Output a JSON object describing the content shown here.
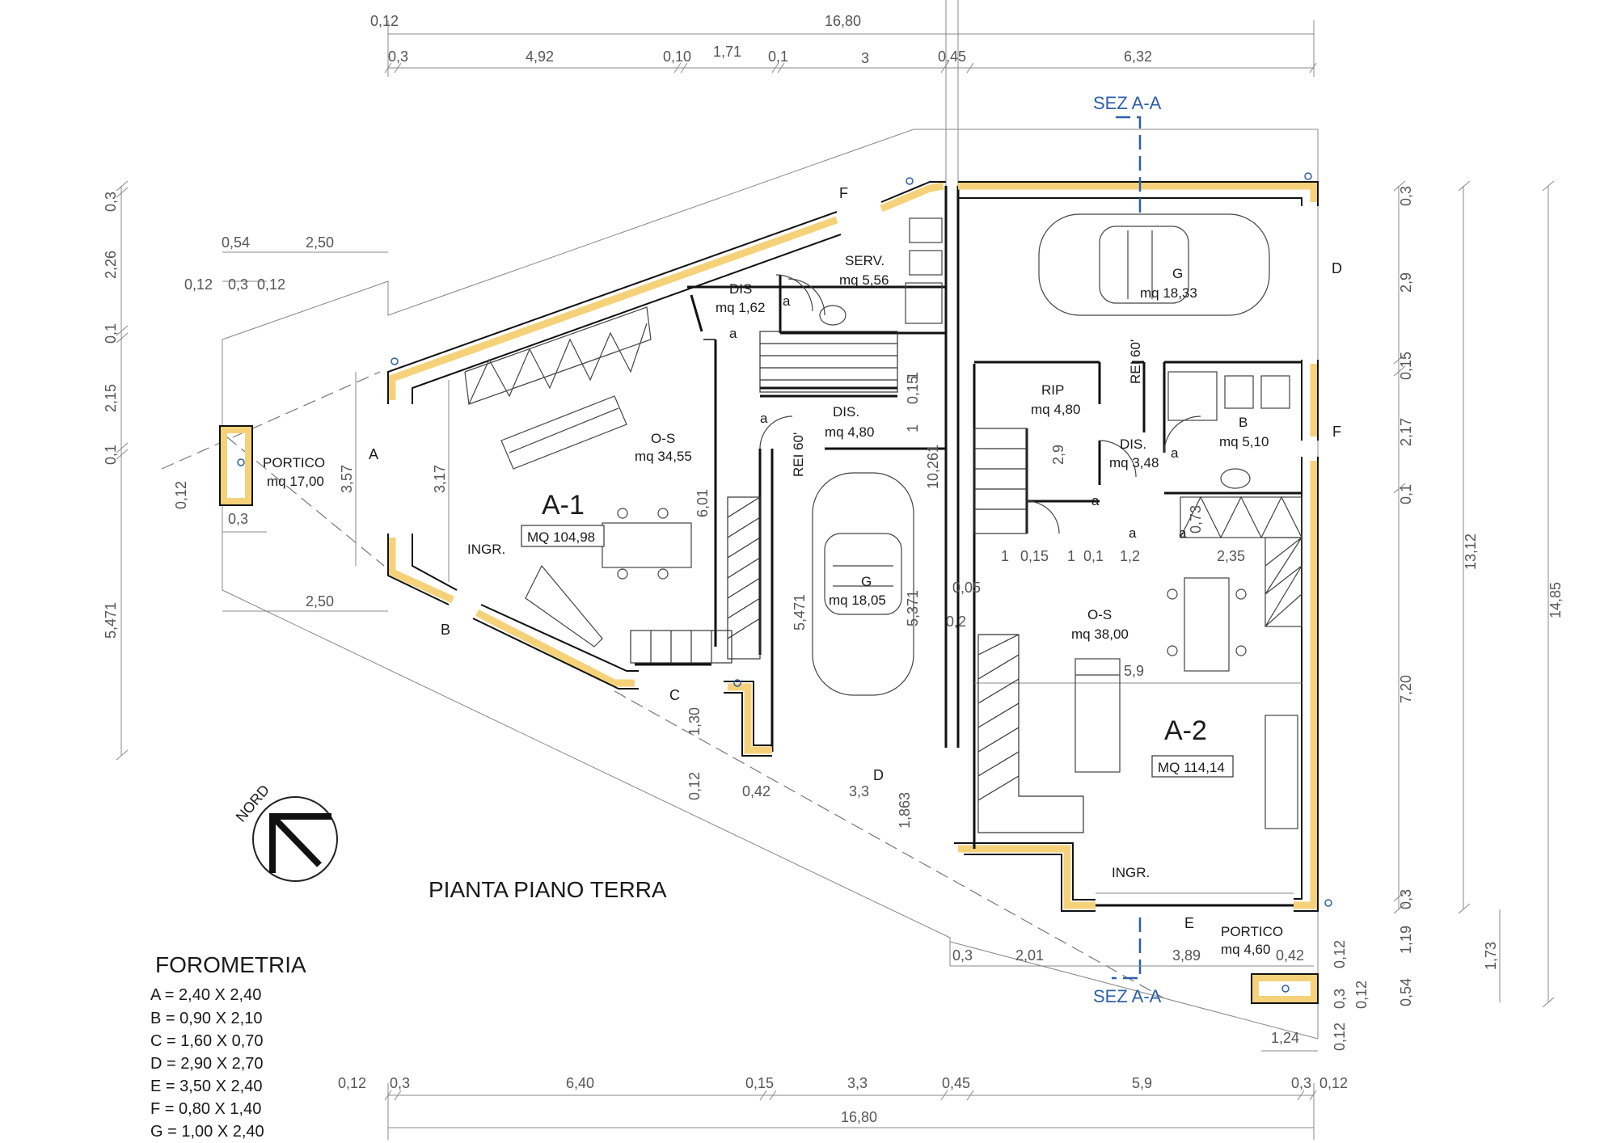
{
  "drawing": {
    "title": "PIANTA PIANO TERRA",
    "north_label": "NORD",
    "section_label_top": "SEZ A-A",
    "section_label_bottom": "SEZ A-A"
  },
  "units": {
    "a1": {
      "name": "A-1",
      "area": "MQ 104,98"
    },
    "a2": {
      "name": "A-2",
      "area": "MQ 114,14"
    }
  },
  "rooms": {
    "portico_left": {
      "name": "PORTICO",
      "area": "mq 17,00"
    },
    "os_left": {
      "name": "O-S",
      "area": "mq 34,55"
    },
    "dis_small": {
      "name": "DIS",
      "area": "mq 1,62"
    },
    "serv": {
      "name": "SERV.",
      "area": "mq 5,56"
    },
    "dis_mid": {
      "name": "DIS.",
      "area": "mq 4,80"
    },
    "garage_left": {
      "name": "G",
      "area": "mq 18,05"
    },
    "garage_right": {
      "name": "G",
      "area": "mq 18,33"
    },
    "rip": {
      "name": "RIP",
      "area": "mq 4,80"
    },
    "dis_right": {
      "name": "DIS.",
      "area": "mq 3,48"
    },
    "bath": {
      "name": "B",
      "area": "mq 5,10"
    },
    "os_right": {
      "name": "O-S",
      "area": "mq 38,00"
    },
    "portico_right": {
      "name": "PORTICO",
      "area": "mq 4,60"
    }
  },
  "labels": {
    "ingr_left": "INGR.",
    "ingr_right": "INGR.",
    "rei_1": "REI 60'",
    "rei_2": "REI 60'",
    "door_a": "a",
    "win_A": "A",
    "win_B": "B",
    "win_C": "C",
    "win_D_top": "D",
    "win_D_bottom": "D",
    "win_E": "E",
    "win_F_top": "F",
    "win_F_right": "F"
  },
  "dims": {
    "top1": [
      "0,12",
      "16,80"
    ],
    "top2": [
      "0,3",
      "4,92",
      "0,10",
      "1,71",
      "0,1",
      "3",
      "0,45",
      "6,32"
    ],
    "left_upper": [
      "0,54",
      "2,50",
      "0,12",
      "0,3",
      "0,12"
    ],
    "left_lower": [
      "0,3",
      "2,50"
    ],
    "left_vert": [
      "0,3",
      "2,26",
      "0,1",
      "2,15",
      "0,1",
      "0,12",
      "5,471"
    ],
    "inner_vert": [
      "3,57",
      "3,17",
      "6,01",
      "5,471",
      "5,371",
      "10,261",
      "1",
      "0,15",
      "1",
      "2,9",
      "0,73"
    ],
    "mid": [
      "0,05",
      "0,2",
      "1,30",
      "0,12",
      "0,42",
      "3,3",
      "1,863"
    ],
    "right_inner": [
      "1",
      "0,15",
      "1",
      "0,1",
      "1,2",
      "2,35",
      "5,9"
    ],
    "right_vert": [
      "0,3",
      "2,9",
      "0,15",
      "2,17",
      "0,1",
      "7,20",
      "0,3",
      "13,12",
      "14,85",
      "0,54",
      "1,19",
      "1,73"
    ],
    "bottom_inner": [
      "0,3",
      "2,01",
      "3,89",
      "0,42",
      "0,12",
      "0,3",
      "0,12",
      "1,24",
      "0,12"
    ],
    "bottom1": [
      "0,12",
      "0,3",
      "6,40",
      "0,15",
      "3,3",
      "0,45",
      "5,9",
      "0,3",
      "0,12"
    ],
    "bottom2": [
      "16,80"
    ]
  },
  "legend": {
    "title": "FOROMETRIA",
    "items": [
      "A =  2,40 X 2,40",
      "B =  0,90 X 2,10",
      "C =  1,60 X 0,70",
      "D =  2,90 X 2,70",
      "E =  3,50 X 2,40",
      "F =  0,80 X 1,40",
      "G =  1,00 X 2,40"
    ]
  },
  "colors": {
    "wall_highlight": "#f5d27a",
    "section_line": "#2e5fa8"
  }
}
